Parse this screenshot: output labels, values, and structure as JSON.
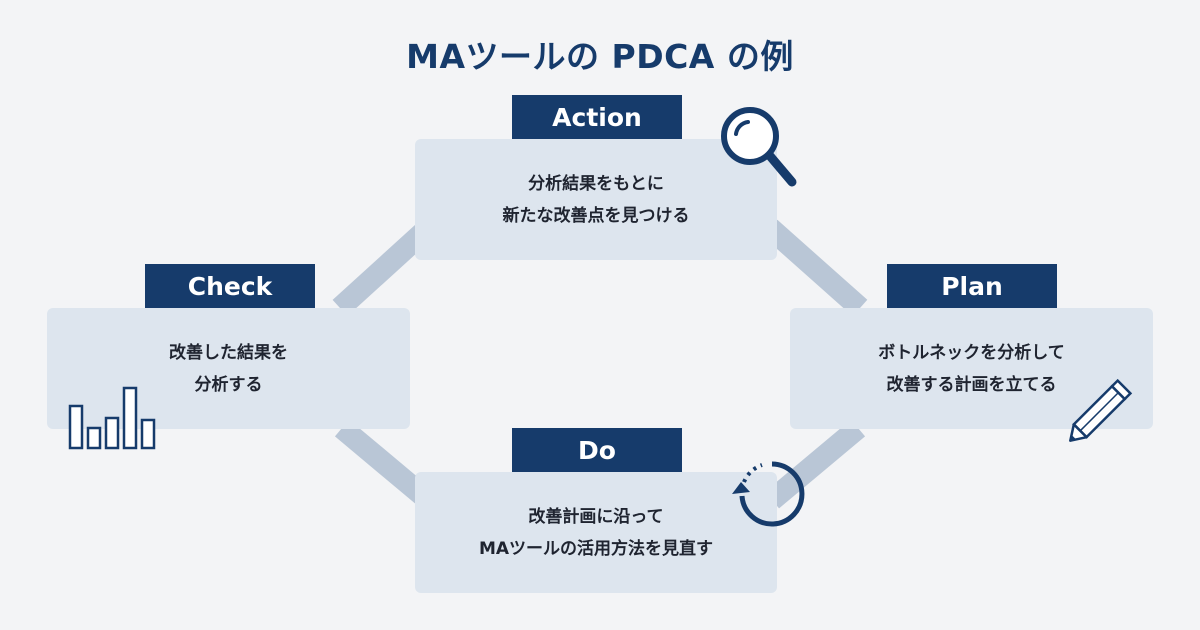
{
  "title": "MAツールの PDCA の例",
  "colors": {
    "navy": "#163b6b",
    "box_fill": "#dde5ee",
    "connector": "#b9c6d6",
    "background": "#f3f4f6"
  },
  "steps": {
    "action": {
      "label": "Action",
      "text": "分析結果をもとに\n新たな改善点を見つける",
      "icon": "magnifier-icon"
    },
    "plan": {
      "label": "Plan",
      "text": "ボトルネックを分析して\n改善する計画を立てる",
      "icon": "pencil-icon"
    },
    "do": {
      "label": "Do",
      "text": "改善計画に沿って\nMAツールの活用方法を見直す",
      "icon": "cycle-arrow-icon"
    },
    "check": {
      "label": "Check",
      "text": "改善した結果を\n分析する",
      "icon": "bar-chart-icon"
    }
  }
}
